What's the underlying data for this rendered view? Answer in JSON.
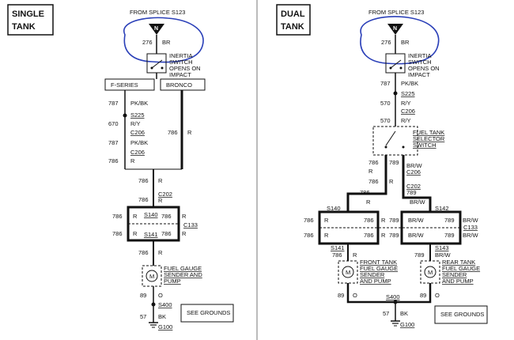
{
  "single": {
    "title_line1": "SINGLE",
    "title_line2": "TANK",
    "from_splice": "FROM SPLICE S123",
    "wire_276": "276",
    "color_br": "BR",
    "inertia_l1": "INERTIA",
    "inertia_l2": "SWITCH",
    "inertia_l3": "OPENS ON",
    "inertia_l4": "IMPACT",
    "variant_a": "F-SERIES",
    "variant_b": "BRONCO",
    "w787": "787",
    "pkbk": "PK/BK",
    "s225": "S225",
    "w670": "670",
    "ry": "R/Y",
    "c206": "C206",
    "w786": "786",
    "r": "R",
    "c202": "C202",
    "s140": "S140",
    "s141": "S141",
    "c133": "C133",
    "gauge_l1": "FUEL GAUGE",
    "gauge_l2": "SENDER AND",
    "gauge_l3": "PUMP",
    "motor": "M",
    "w89": "89",
    "o": "O",
    "s400": "S400",
    "w57": "57",
    "bk": "BK",
    "g100": "G100",
    "see_grounds": "SEE GROUNDS"
  },
  "dual": {
    "title_line1": "DUAL",
    "title_line2": "TANK",
    "from_splice": "FROM SPLICE S123",
    "wire_276": "276",
    "color_br": "BR",
    "inertia_l1": "INERTIA",
    "inertia_l2": "SWITCH",
    "inertia_l3": "OPENS ON",
    "inertia_l4": "IMPACT",
    "w787": "787",
    "pkbk": "PK/BK",
    "s225": "S225",
    "w570": "570",
    "ry": "R/Y",
    "c206": "C206",
    "selector_l1": "FUEL TANK",
    "selector_l2": "SELECTOR",
    "selector_l3": "SWITCH",
    "w786": "786",
    "w789": "789",
    "r": "R",
    "brw": "BR/W",
    "c202": "C202",
    "s140": "S140",
    "s142": "S142",
    "s141": "S141",
    "s143": "S143",
    "c133": "C133",
    "front_l1": "FRONT TANK",
    "front_l2": "FUEL GAUGE",
    "front_l3": "SENDER",
    "front_l4": "AND PUMP",
    "rear_l1": "REAR TANK",
    "rear_l2": "FUEL GAUGE",
    "rear_l3": "SENDER",
    "rear_l4": "AND PUMP",
    "motor": "M",
    "w89": "89",
    "o": "O",
    "s400": "S400",
    "w57": "57",
    "bk": "BK",
    "g100": "G100",
    "see_grounds": "SEE GROUNDS"
  },
  "colors": {
    "line": "#111111",
    "annotation": "#2a3fb8"
  }
}
